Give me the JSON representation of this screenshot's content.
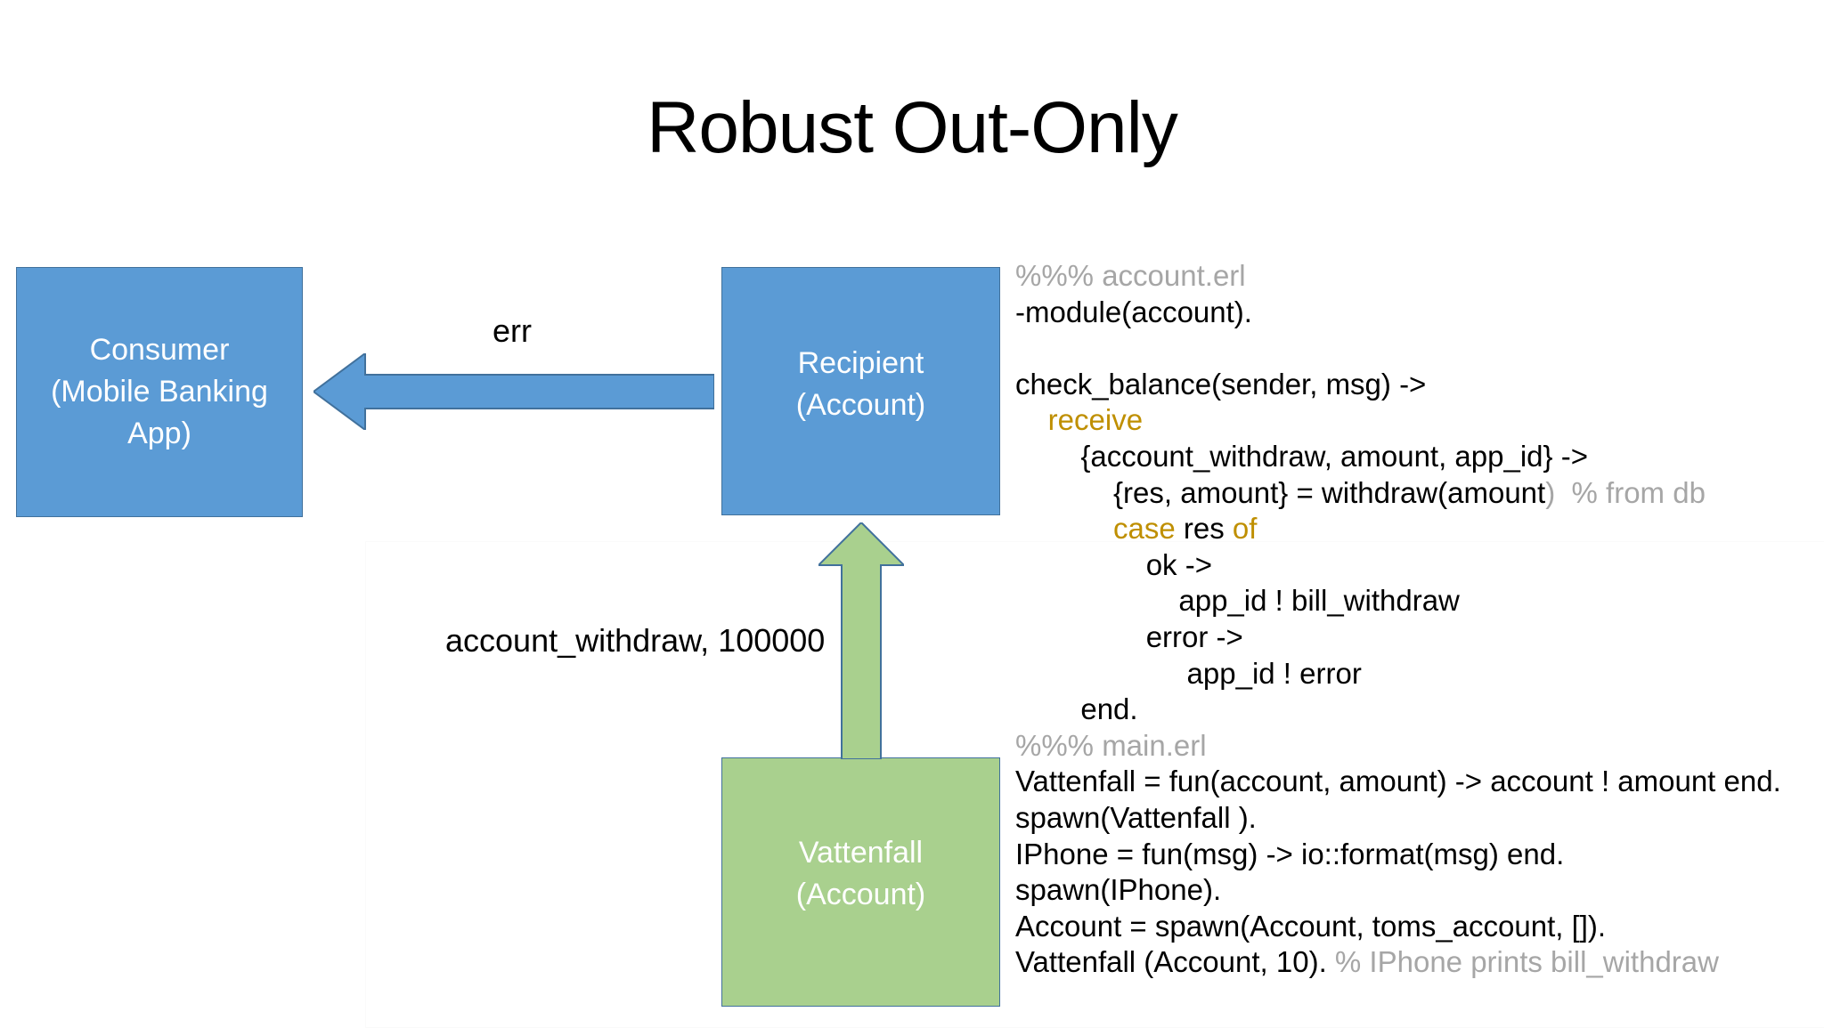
{
  "slide": {
    "title": "Robust Out-Only",
    "background_color": "#ffffff"
  },
  "colors": {
    "box_blue_fill": "#5b9bd5",
    "box_blue_border": "#41719c",
    "box_green_fill": "#a9d08e",
    "arrow_blue_fill": "#5b9bd5",
    "arrow_green_fill": "#a9d08e",
    "arrow_border": "#41719c",
    "code_keyword": "#bf8f00",
    "code_comment": "#a6a6a6",
    "code_text": "#000000"
  },
  "nodes": {
    "consumer": {
      "line1": "Consumer",
      "line2": "(Mobile Banking",
      "line3": "App)"
    },
    "recipient": {
      "line1": "Recipient",
      "line2": "(Account)"
    },
    "vattenfall": {
      "line1": "Vattenfall",
      "line2": "(Account)"
    }
  },
  "edges": {
    "err_label": "err",
    "withdraw_label": "account_withdraw, 100000"
  },
  "code": {
    "lines": [
      {
        "indent": 0,
        "parts": [
          {
            "text": "%%% account.erl",
            "style": "comment"
          }
        ]
      },
      {
        "indent": 0,
        "parts": [
          {
            "text": "-module(account).",
            "style": "plain"
          }
        ]
      },
      {
        "indent": 0,
        "parts": [
          {
            "text": "",
            "style": "plain"
          }
        ]
      },
      {
        "indent": 0,
        "parts": [
          {
            "text": "check_balance(sender, msg) ->",
            "style": "plain"
          }
        ]
      },
      {
        "indent": 1,
        "parts": [
          {
            "text": "receive",
            "style": "keyword"
          }
        ]
      },
      {
        "indent": 2,
        "parts": [
          {
            "text": "{account_withdraw, amount, app_id} ->",
            "style": "plain"
          }
        ]
      },
      {
        "indent": 3,
        "parts": [
          {
            "text": "{res, amount} = withdraw(amount",
            "style": "plain"
          },
          {
            "text": ")",
            "style": "dim"
          },
          {
            "text": "  % from db",
            "style": "comment"
          }
        ]
      },
      {
        "indent": 3,
        "parts": [
          {
            "text": "case",
            "style": "keyword"
          },
          {
            "text": " res ",
            "style": "plain"
          },
          {
            "text": "of",
            "style": "keyword"
          }
        ]
      },
      {
        "indent": 4,
        "parts": [
          {
            "text": "ok ->",
            "style": "plain"
          }
        ]
      },
      {
        "indent": 5,
        "parts": [
          {
            "text": "app_id ! bill_withdraw",
            "style": "plain"
          }
        ]
      },
      {
        "indent": 4,
        "parts": [
          {
            "text": "error ->",
            "style": "plain"
          }
        ]
      },
      {
        "indent": 5,
        "parts": [
          {
            "text": " app_id ! error",
            "style": "plain"
          }
        ]
      },
      {
        "indent": 2,
        "parts": [
          {
            "text": "end.",
            "style": "plain"
          }
        ]
      },
      {
        "indent": 0,
        "parts": [
          {
            "text": "%%% main.erl",
            "style": "comment"
          }
        ]
      },
      {
        "indent": 0,
        "parts": [
          {
            "text": "Vattenfall = fun(account, amount) -> account ! amount end.",
            "style": "plain"
          }
        ]
      },
      {
        "indent": 0,
        "parts": [
          {
            "text": "spawn(Vattenfall ).",
            "style": "plain"
          }
        ]
      },
      {
        "indent": 0,
        "parts": [
          {
            "text": "IPhone = fun(msg) -> io::format(msg) end.",
            "style": "plain"
          }
        ]
      },
      {
        "indent": 0,
        "parts": [
          {
            "text": "spawn(IPhone).",
            "style": "plain"
          }
        ]
      },
      {
        "indent": 0,
        "parts": [
          {
            "text": "Account = spawn(Account, toms_account, []).",
            "style": "plain"
          }
        ]
      },
      {
        "indent": 0,
        "parts": [
          {
            "text": "Vattenfall (Account, 10). ",
            "style": "plain"
          },
          {
            "text": "% IPhone prints bill_withdraw",
            "style": "comment"
          }
        ]
      }
    ]
  }
}
